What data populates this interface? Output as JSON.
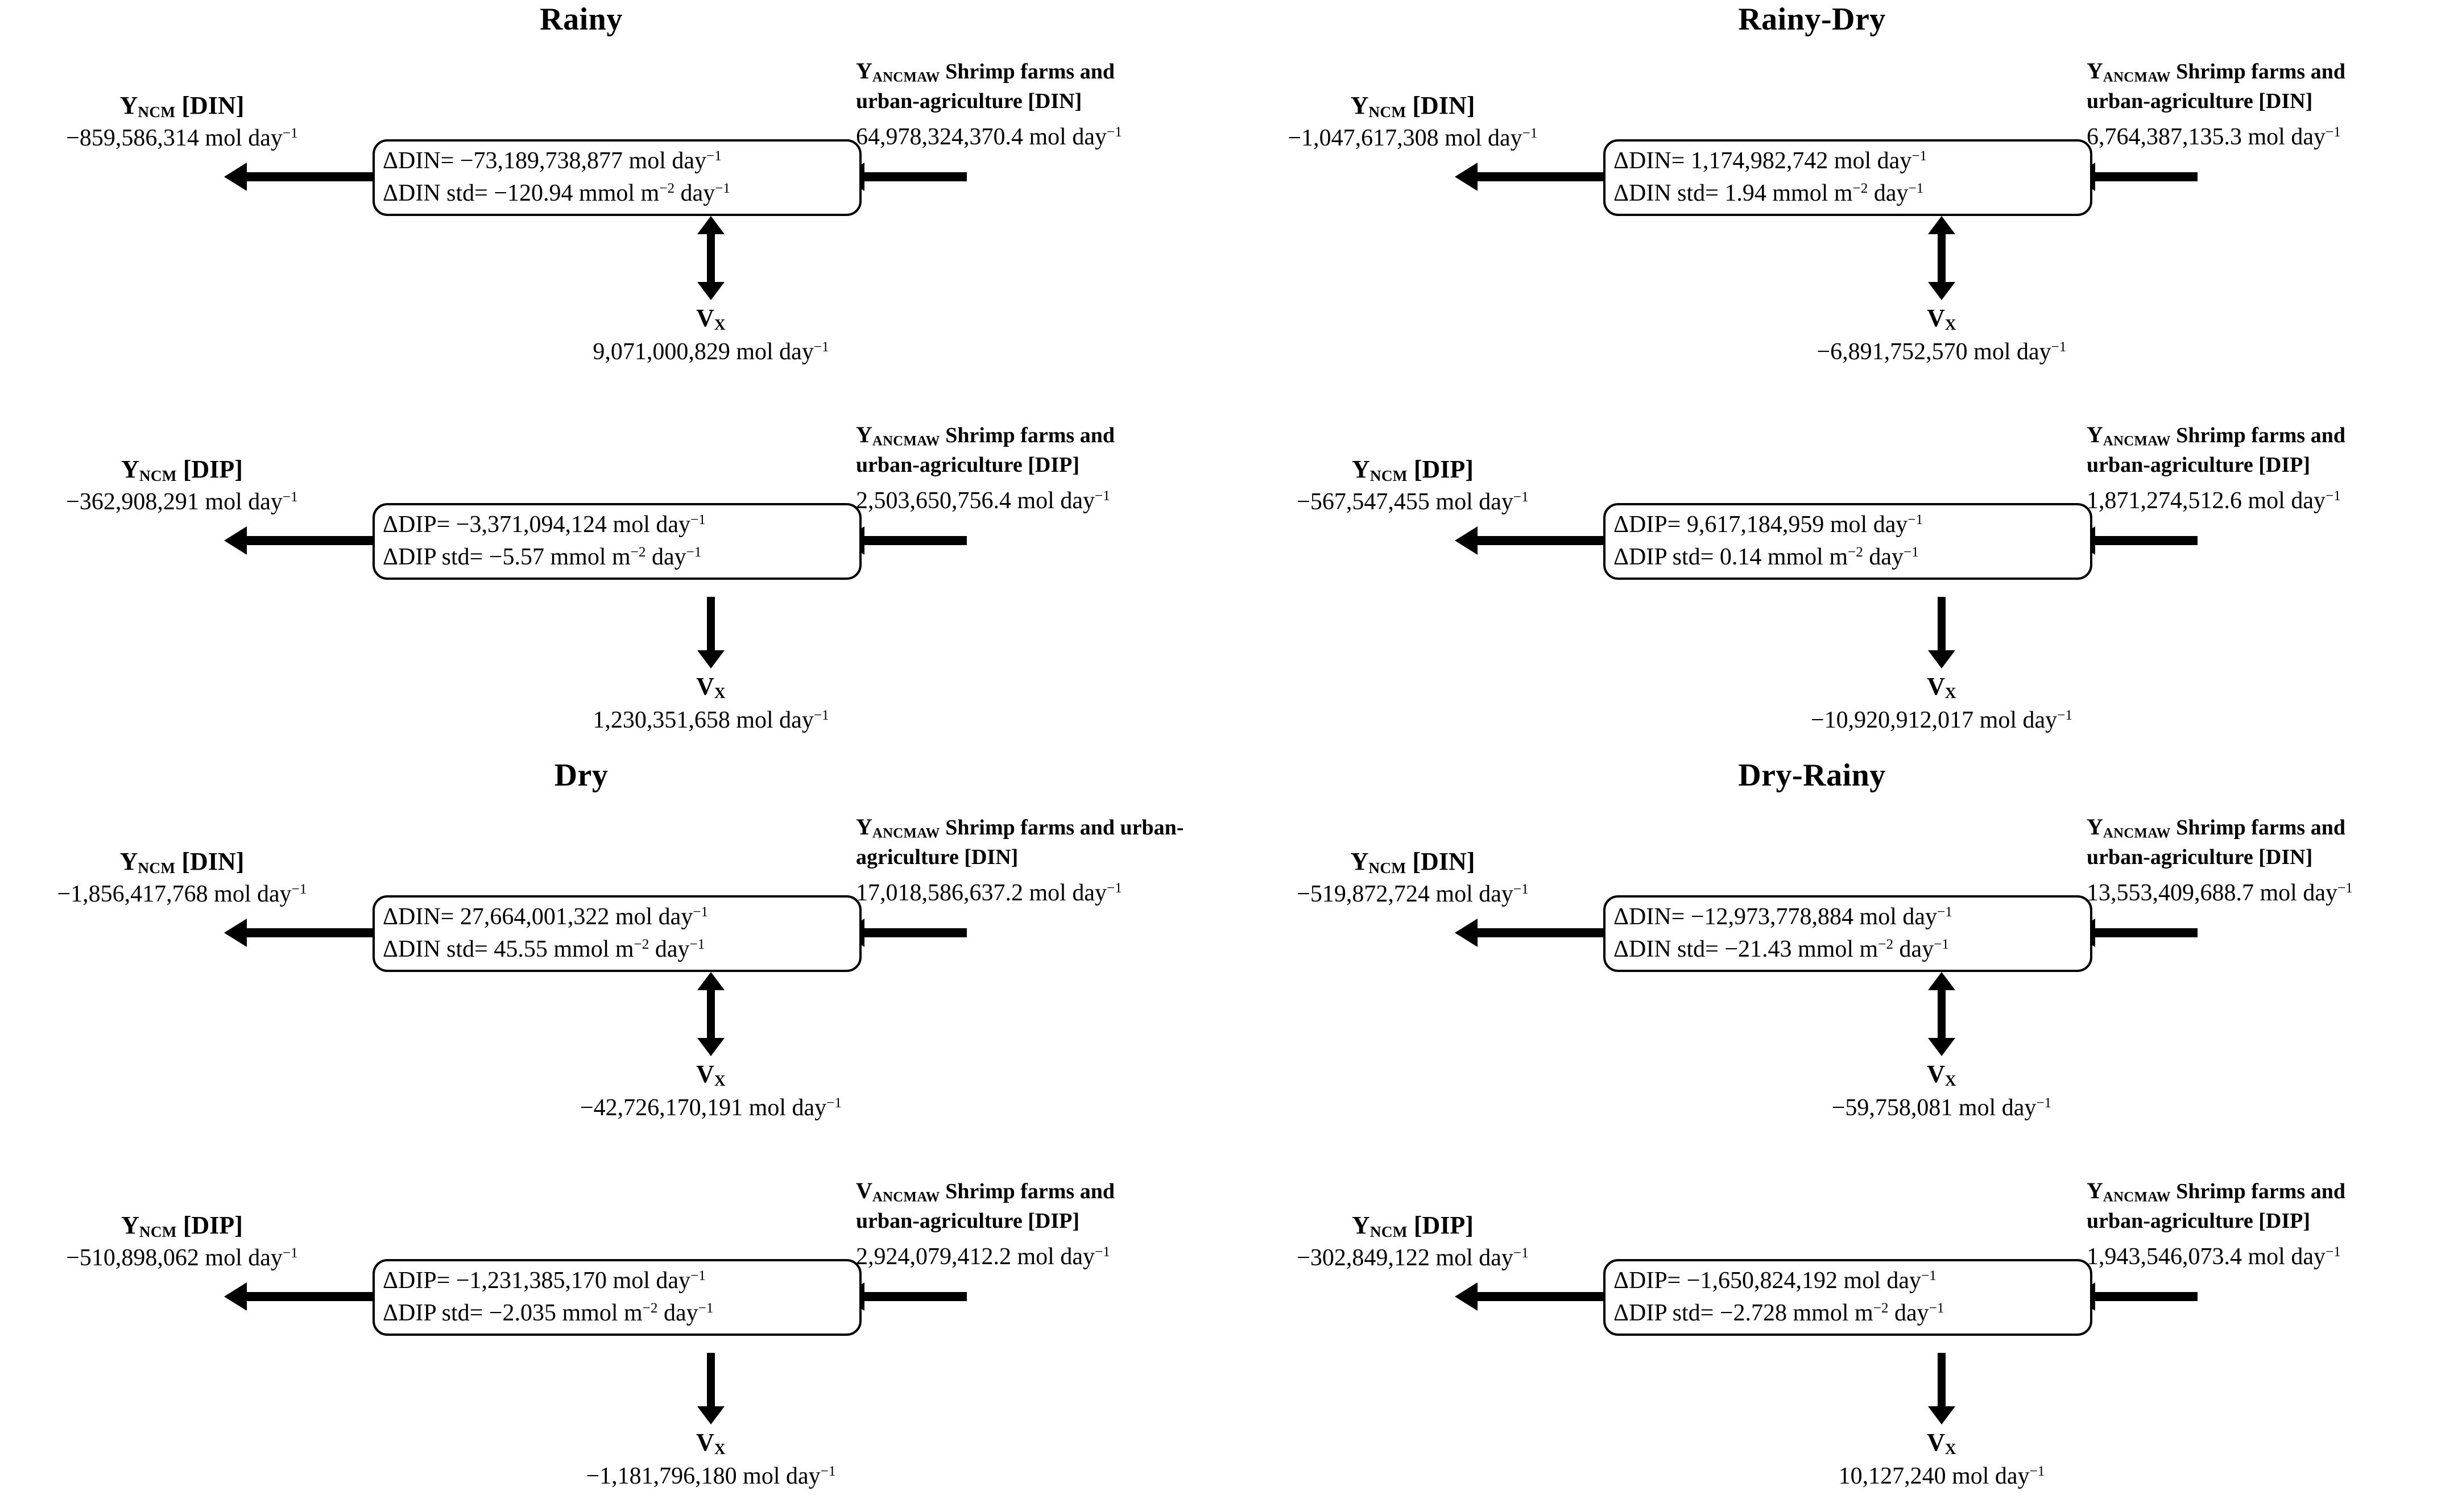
{
  "figure": {
    "units_mol": "mol day",
    "units_std": "mmol m",
    "exp_minus_one": "−1",
    "exp_minus_two": "−2"
  },
  "panels": [
    {
      "id": "rainy",
      "title": "Rainy",
      "din": {
        "box_line1": "ΔDIN= −73,189,738,877 mol day",
        "box_line2": "ΔDIN std= −120.94 mmol m",
        "box_line2_tail": " day",
        "left_symbol": "Y",
        "left_subscript": "NCM",
        "left_bracket": " [DIN]",
        "left_value": "−859,586,314 mol day",
        "right_symbol": "Y",
        "right_subscript": "ANCMAW",
        "right_text_line1": " Shrimp farms and",
        "right_text_line2": "urban-agriculture  [DIN]",
        "right_value": "64,978,324,370.4 mol day"
      },
      "vx_upper": {
        "symbol": "V",
        "subscript": "X",
        "value": "9,071,000,829 mol day",
        "arrow": "double"
      },
      "dip": {
        "box_line1": "ΔDIP= −3,371,094,124 mol day",
        "box_line2": "ΔDIP std= −5.57 mmol m",
        "box_line2_tail": " day",
        "left_symbol": "Y",
        "left_subscript": "NCM",
        "left_bracket": " [DIP]",
        "left_value": "−362,908,291 mol day",
        "right_symbol": "Y",
        "right_subscript": "ANCMAW",
        "right_text_line1": " Shrimp farms and",
        "right_text_line2": "urban-agriculture  [DIP]",
        "right_value": "2,503,650,756.4 mol day"
      },
      "vx_lower": {
        "symbol": "V",
        "subscript": "X",
        "value": "1,230,351,658 mol day",
        "arrow": "single"
      }
    },
    {
      "id": "rainy-dry",
      "title": "Rainy-Dry",
      "din": {
        "box_line1": "ΔDIN= 1,174,982,742 mol day",
        "box_line2": "ΔDIN std= 1.94 mmol m",
        "box_line2_tail": " day",
        "left_symbol": "Y",
        "left_subscript": "NCM",
        "left_bracket": " [DIN]",
        "left_value": "−1,047,617,308 mol day",
        "right_symbol": "Y",
        "right_subscript": "ANCMAW",
        "right_text_line1": " Shrimp farms and",
        "right_text_line2": "urban-agriculture [DIN]",
        "right_value": "6,764,387,135.3 mol day"
      },
      "vx_upper": {
        "symbol": "V",
        "subscript": "X",
        "value": "−6,891,752,570 mol day",
        "arrow": "double"
      },
      "dip": {
        "box_line1": "ΔDIP=  9,617,184,959 mol day",
        "box_line2": "ΔDIP std= 0.14 mmol m",
        "box_line2_tail": " day",
        "left_symbol": "Y",
        "left_subscript": "NCM",
        "left_bracket": " [DIP]",
        "left_value": "−567,547,455 mol day",
        "right_symbol": "Y",
        "right_subscript": "ANCMAW",
        "right_text_line1": " Shrimp farms and",
        "right_text_line2": "urban-agriculture [DIP]",
        "right_value": "1,871,274,512.6 mol day"
      },
      "vx_lower": {
        "symbol": "V",
        "subscript": "X",
        "value": "−10,920,912,017 mol day",
        "arrow": "single"
      }
    },
    {
      "id": "dry",
      "title": "Dry",
      "din": {
        "box_line1": "ΔDIN= 27,664,001,322 mol day",
        "box_line2": "ΔDIN std= 45.55 mmol m",
        "box_line2_tail": " day",
        "left_symbol": "Y",
        "left_subscript": "NCM",
        "left_bracket": " [DIN]",
        "left_value": "−1,856,417,768 mol day",
        "right_symbol": "Y",
        "right_subscript": "ANCMAW",
        "right_text_line1": " Shrimp farms and urban-",
        "right_text_line2": "agriculture [DIN]",
        "right_value": "17,018,586,637.2 mol day"
      },
      "vx_upper": {
        "symbol": "V",
        "subscript": "X",
        "value": "−42,726,170,191 mol day",
        "arrow": "double"
      },
      "dip": {
        "box_line1": "ΔDIP= −1,231,385,170 mol day",
        "box_line2": "ΔDIP std= −2.035 mmol m",
        "box_line2_tail": " day",
        "left_symbol": "Y",
        "left_subscript": "NCM",
        "left_bracket": " [DIP]",
        "left_value": "−510,898,062 mol day",
        "right_symbol": "V",
        "right_subscript": "ANCMAW",
        "right_text_line1": " Shrimp farms and",
        "right_text_line2": "urban-agriculture [DIP]",
        "right_value": "2,924,079,412.2 mol day"
      },
      "vx_lower": {
        "symbol": "V",
        "subscript": "X",
        "value": "−1,181,796,180 mol day",
        "arrow": "single"
      }
    },
    {
      "id": "dry-rainy",
      "title": "Dry-Rainy",
      "din": {
        "box_line1": "ΔDIN= −12,973,778,884 mol day",
        "box_line2": "ΔDIN std= −21.43 mmol m",
        "box_line2_tail": " day",
        "left_symbol": "Y",
        "left_subscript": "NCM",
        "left_bracket": " [DIN]",
        "left_value": "−519,872,724 mol day",
        "right_symbol": "Y",
        "right_subscript": "ANCMAW",
        "right_text_line1": " Shrimp farms and",
        "right_text_line2": "urban-agriculture  [DIN]",
        "right_value": "13,553,409,688.7 mol day"
      },
      "vx_upper": {
        "symbol": "V",
        "subscript": "X",
        "value": "−59,758,081 mol day",
        "arrow": "double"
      },
      "dip": {
        "box_line1": "ΔDIP= −1,650,824,192 mol day",
        "box_line2": "ΔDIP std= −2.728 mmol m",
        "box_line2_tail": " day",
        "left_symbol": "Y",
        "left_subscript": "NCM",
        "left_bracket": " [DIP]",
        "left_value": "−302,849,122 mol day",
        "right_symbol": "Y",
        "right_subscript": "ANCMAW",
        "right_text_line1": " Shrimp farms and",
        "right_text_line2": "urban-agriculture [DIP]",
        "right_value": "1,943,546,073.4 mol day"
      },
      "vx_lower": {
        "symbol": "V",
        "subscript": "X",
        "value": "10,127,240 mol day",
        "arrow": "single"
      }
    }
  ]
}
